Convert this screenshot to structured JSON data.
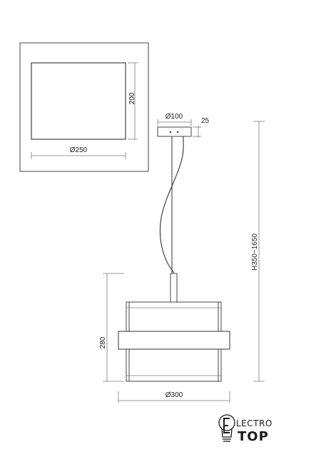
{
  "top_view": {
    "height_label": "200",
    "diameter_label": "Ø250"
  },
  "canopy": {
    "diameter_label": "Ø100",
    "thickness_label": "25"
  },
  "suspension": {
    "height_range_label": "H350~1650"
  },
  "shade": {
    "height_label": "280",
    "diameter_label": "Ø300"
  },
  "brand": {
    "line1": "LECTRO",
    "line2": "TOP",
    "icon": "lightbulb-e-icon"
  }
}
